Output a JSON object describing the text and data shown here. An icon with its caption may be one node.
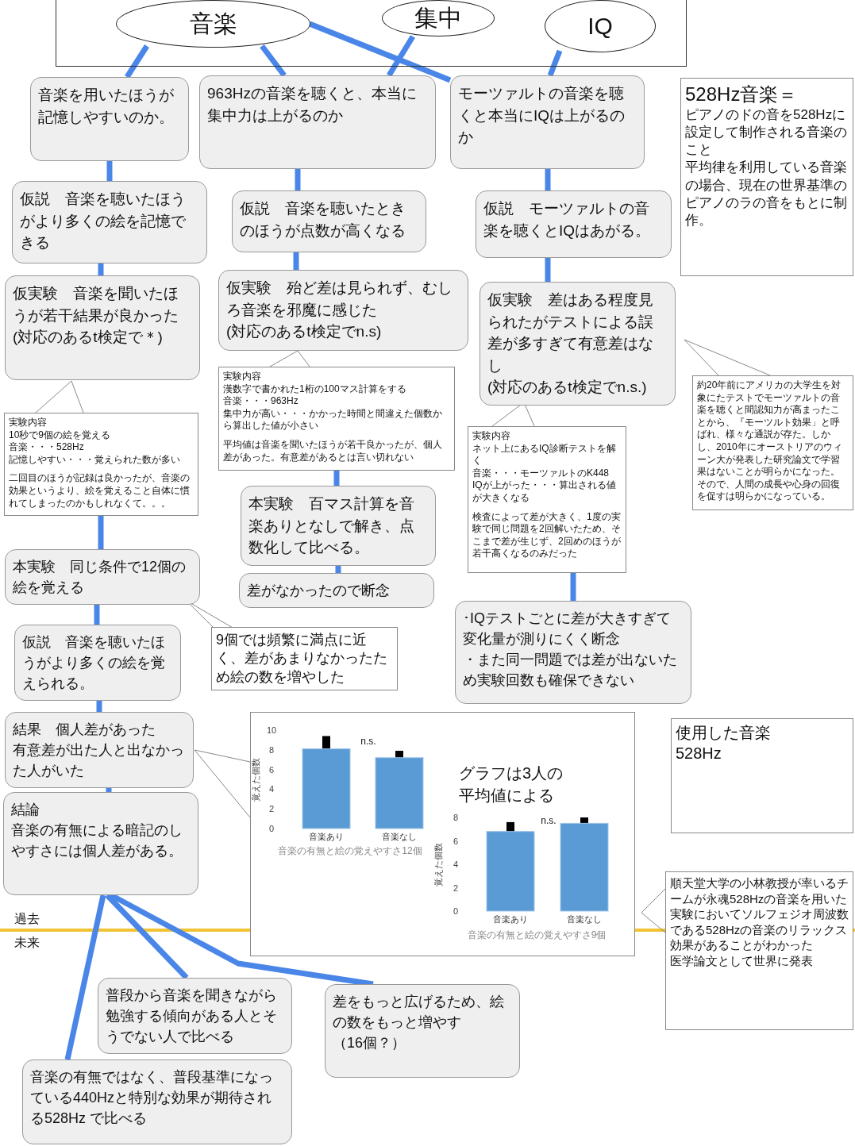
{
  "diagram": {
    "nodes": [
      {
        "text": [],
        "shape": "box"
      },
      {
        "text": [
          "音楽"
        ],
        "in": 0
      },
      {
        "text": [
          "集中"
        ],
        "in": 0
      },
      {
        "text": [
          "IQ"
        ],
        "in": 0
      },
      {
        "text": [
          "音楽を用いたほうが記憶しやすいのか。"
        ]
      },
      {
        "text": [
          "仮説　音楽を聴いたほうがより多くの絵を記憶できる"
        ]
      },
      {
        "text": [
          "仮実験　音楽を聞いたほうが若干結果が良かった",
          "(対応のあるt検定で＊)"
        ]
      },
      {
        "text": [
          "実験内容",
          "10秒で9個の絵を覚える",
          "音楽・・・528Hz",
          "記憶しやすい・・・覚えられた数が多い",
          "二回目のほうが記録は良かったが、音楽の効果というより、絵を覚えること自体に慣れてしまったのかもしれなくて。。。"
        ]
      },
      {
        "text": [
          "本実験　同じ条件で12個の絵を覚える"
        ]
      },
      {
        "text": [
          "仮説　音楽を聴いたほうがより多くの絵を覚えられる。"
        ]
      },
      {
        "text": [
          "9個では頻繁に満点に近く、差があまりなかったため絵の数を増やした"
        ]
      },
      {
        "text": [
          "結果　個人差があった",
          "有意差が出た人と出なかった人がいた"
        ]
      },
      {
        "text": [
          "結論",
          "音楽の有無による暗記のしやすさには個人差がある。"
        ]
      },
      {
        "text": [
          "グラフは3人の平均値による"
        ]
      },
      {
        "text": [
          "963Hzの音楽を聴くと、本当に集中力は上がるのか"
        ]
      },
      {
        "text": [
          "仮説　音楽を聴いたときのほうが点数が高くなる"
        ]
      },
      {
        "text": [
          "仮実験　殆ど差は見られず、むしろ音楽を邪魔に感じた",
          "(対応のあるt検定でn.s)"
        ]
      },
      {
        "text": [
          "実験内容",
          "漢数字で書かれた1桁の100マス計算をする",
          "音楽・・・963Hz",
          "集中力が高い・・・かかった時間と間違えた個数から算出した値が小さい",
          "平均値は音楽を聞いたほうが若干良かったが、個人差があった。有意差があるとは言い切れない"
        ]
      },
      {
        "text": [
          "本実験　百マス計算を音楽ありとなしで解き、点数化して比べる。"
        ]
      },
      {
        "text": [
          "差がなかったので断念"
        ]
      },
      {
        "text": [
          "モーツァルトの音楽を聴くと本当にIQは上がるのか"
        ]
      },
      {
        "text": [
          "仮説　モーツァルトの音楽を聴くとIQはあがる。"
        ]
      },
      {
        "text": [
          "仮実験　差はある程度見られたがテストによる誤差が多すぎて有意差はなし",
          "(対応のあるt検定でn.s.)"
        ]
      },
      {
        "text": [
          "実験内容",
          "ネット上にあるIQ診断テストを解く",
          "音楽・・・モーツァルトのK448",
          "IQが上がった・・・算出される値が大きくなる",
          "検査によって差が大きく、1度の実験で同じ問題を2回解いたため、そこまで差が生じず、2回めのほうが若干高くなるのみだった"
        ]
      },
      {
        "text": [
          "･IQテストごとに差が大きすぎて変化量が測りにくく断念",
          "・また同一問題では差が出ないため実験回数も確保できない"
        ]
      },
      {
        "text": [
          "528Hz音楽＝",
          "ピアノのドの音を528Hzに設定して制作される音楽のこと",
          "平均律を利用している音楽の場合、現在の世界基準のピアノのラの音をもとに制作。"
        ]
      },
      {
        "text": [
          "約20年前にアメリカの大学生を対象にたテストでモーツァルトの音楽を聴くと間認知力が高まったことから、『モーツルト効果」と呼ばれ、様々な通説が存た。しかし、2010年にオーストリアのウィーン大が発表した研究論文で学習果はないことが明らかになった。そので、人間の成長や心身の回復を促すは明らかになっている。"
        ]
      },
      {
        "text": [
          "使用した音楽",
          "528Hz"
        ]
      },
      {
        "text": [
          "順天堂大学の小林教授が率いるチームが永魂528Hzの音楽を用いた実験においてソルフェジオ周波数である528Hzの音楽のリラックス効果があることがわかった",
          "医学論文として世界に発表"
        ]
      },
      {
        "text": [
          "普段から音楽を聞きながら勉強する傾向がある人とそうでない人で比べる"
        ]
      },
      {
        "text": [
          "差をもっと広げるため、絵の数をもっと増やす",
          "（16個？）"
        ]
      },
      {
        "text": [
          "音楽の有無ではなく、普段基準になっている440Hzと特別な効果が期待される528Hz で比べる"
        ]
      }
    ],
    "edges": [
      {
        "from": 1,
        "to": 4,
        "arrow": "none"
      },
      {
        "from": 1,
        "to": 14,
        "arrow": "none"
      },
      {
        "from": 1,
        "to": 20,
        "arrow": "none"
      },
      {
        "from": 2,
        "to": 14,
        "arrow": "none"
      },
      {
        "from": 3,
        "to": 20,
        "arrow": "none"
      },
      {
        "from": 4,
        "to": 5,
        "arrow": "none"
      },
      {
        "from": 5,
        "to": 6,
        "arrow": "none"
      },
      {
        "from": 7,
        "to": 8,
        "arrow": "none"
      },
      {
        "from": 8,
        "to": 9,
        "arrow": "none"
      },
      {
        "from": 9,
        "to": 11,
        "arrow": "none"
      },
      {
        "from": 11,
        "to": 12,
        "arrow": "none"
      },
      {
        "from": 12,
        "to": 29,
        "arrow": "none"
      },
      {
        "from": 12,
        "to": 30,
        "arrow": "none"
      },
      {
        "from": 12,
        "to": 31,
        "arrow": "none"
      },
      {
        "from": 14,
        "to": 15,
        "arrow": "none"
      },
      {
        "from": 15,
        "to": 16,
        "arrow": "none"
      },
      {
        "from": 17,
        "to": 18,
        "arrow": "none"
      },
      {
        "from": 18,
        "to": 19,
        "arrow": "none"
      },
      {
        "from": 20,
        "to": 21,
        "arrow": "none"
      },
      {
        "from": 21,
        "to": 22,
        "arrow": "none"
      },
      {
        "from": 23,
        "to": 24,
        "arrow": "none"
      }
    ],
    "labels": [
      "過去",
      "未来"
    ],
    "chart_data": [
      {
        "type": "bar",
        "title": "音楽の有無と絵の覚えやすさ12個",
        "ylabel": "覚えた個数",
        "categories": [
          "音楽あり",
          "音楽なし"
        ],
        "values": [
          8.1,
          7.2
        ],
        "ylim": [
          0,
          10
        ],
        "yticks": [
          0,
          2,
          4,
          6,
          8,
          10
        ],
        "annotations": [
          "n.s."
        ]
      },
      {
        "type": "bar",
        "title": "音楽の有無と絵の覚えやすさ9個",
        "ylabel": "覚えた個数",
        "categories": [
          "音楽あり",
          "音楽なし"
        ],
        "values": [
          6.8,
          7.5
        ],
        "ylim": [
          0,
          8
        ],
        "yticks": [
          0,
          2,
          4,
          6,
          8
        ],
        "annotations": [
          "n.s."
        ]
      }
    ]
  }
}
